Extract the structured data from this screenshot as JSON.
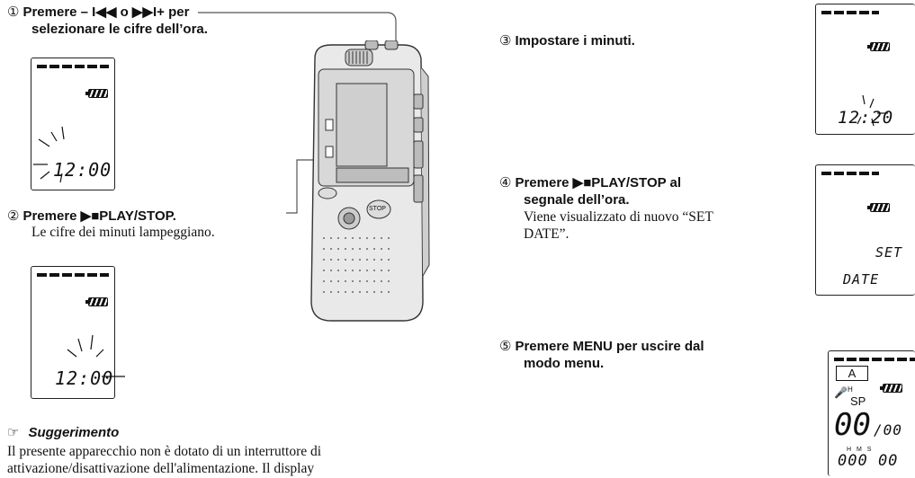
{
  "left": {
    "step1": {
      "number": "①",
      "text": "Premere – I◀◀ o ▶▶I+ per",
      "text2": "selezionare le cifre dell’ora.",
      "lcd_time": "12:00"
    },
    "step2": {
      "number": "②",
      "text": "Premere ▶■PLAY/STOP.",
      "desc": "Le cifre dei minuti lampeggiano.",
      "lcd_time": "12:00"
    },
    "tip": {
      "icon": "pointing-hand-icon",
      "title": "Suggerimento",
      "line1": "Il presente apparecchio non è dotato di un interruttore di",
      "line2": "attivazione/disattivazione dell'alimentazione. Il display"
    }
  },
  "device": {
    "stop_label": "STOP"
  },
  "right": {
    "step3": {
      "number": "③",
      "text": "Impostare i minuti.",
      "lcd_time": "12:20"
    },
    "step4": {
      "number": "④",
      "text": "Premere ▶■PLAY/STOP al",
      "text2": "segnale dell’ora.",
      "desc1": "Viene visualizzato di nuovo “SET",
      "desc2": "DATE”.",
      "lcd_line1": "SET",
      "lcd_line2": "DATE"
    },
    "step5": {
      "number": "⑤",
      "text": "Premere MENU per uscire dal",
      "text2": "modo menu.",
      "lcd_letter": "A",
      "lcd_mode": "SP",
      "lcd_big": "00",
      "lcd_small": "/00",
      "lcd_mic": "H",
      "lcd_units": "H  M  S",
      "lcd_counter": "000 00"
    }
  }
}
